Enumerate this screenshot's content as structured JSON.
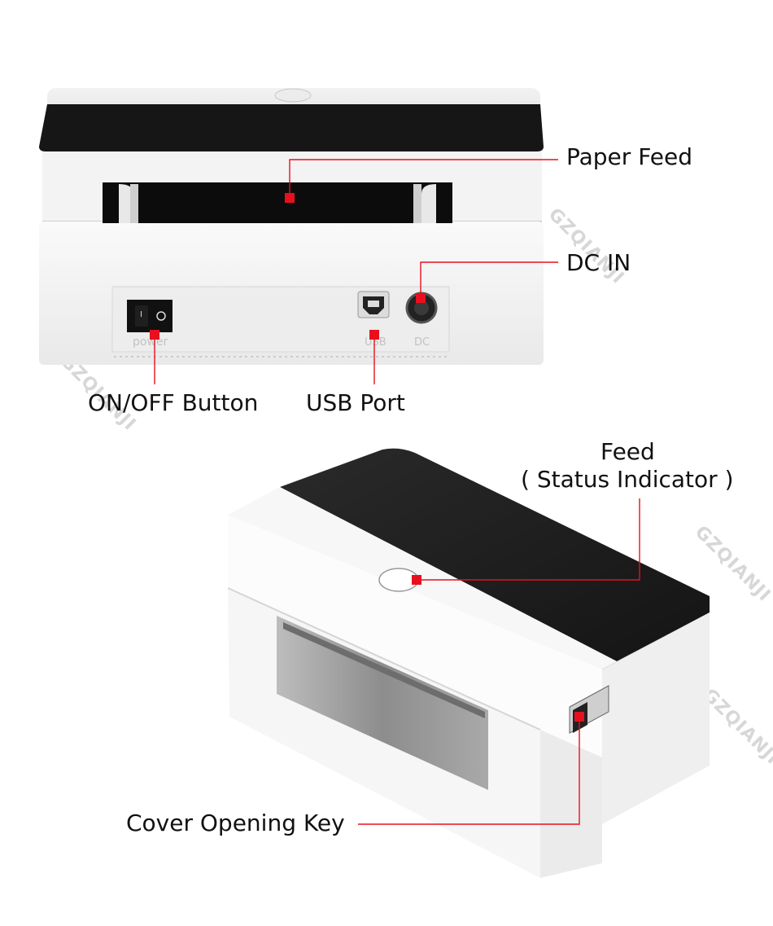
{
  "watermark": "GZQIANJI",
  "panel_text": {
    "power": "power",
    "usb": "USB",
    "dc": "DC"
  },
  "callouts": {
    "paper_feed": "Paper Feed",
    "dc_in": "DC IN",
    "on_off_button": "ON/OFF Button",
    "usb_port": "USB Port",
    "feed_line1": "Feed",
    "feed_line2": "( Status Indicator )",
    "cover_opening_key": "Cover Opening Key"
  },
  "colors": {
    "marker": "#e8101e",
    "leader_line": "#e8101e",
    "printer_body": "#f4f4f4",
    "printer_top": "#1e1e1e"
  }
}
